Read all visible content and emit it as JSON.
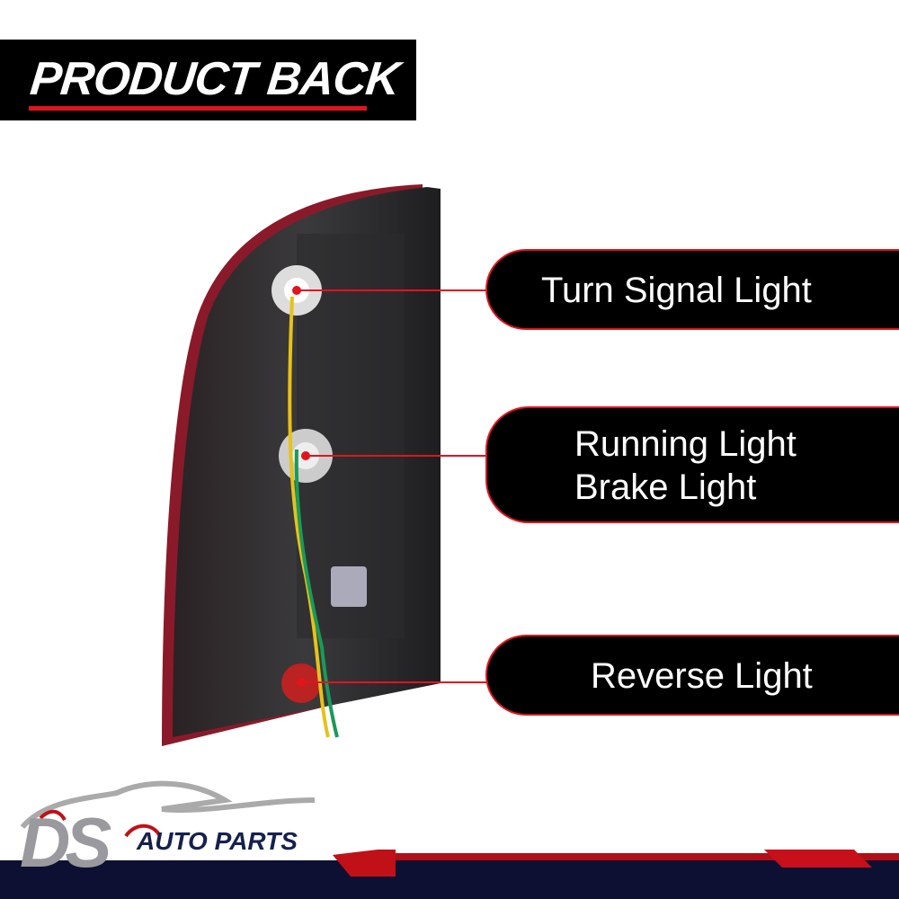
{
  "header": {
    "title": "PRODUCT BACK"
  },
  "callouts": [
    {
      "label": "Turn Signal Light"
    },
    {
      "label_line1": "Running Light",
      "label_line2": "Brake Light"
    },
    {
      "label": "Reverse Light"
    }
  ],
  "logo": {
    "mark": "DS",
    "text": "AUTO PARTS"
  },
  "colors": {
    "accent": "#e1141e",
    "navy": "#0d1033",
    "black": "#000000"
  }
}
